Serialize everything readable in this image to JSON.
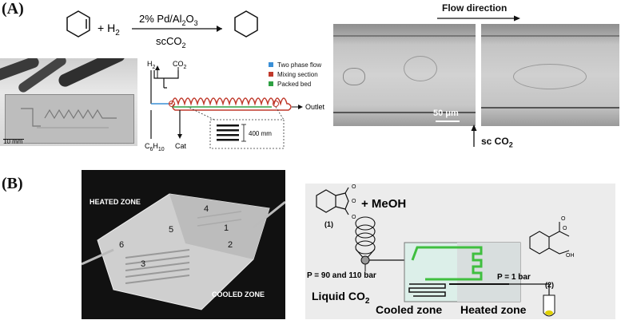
{
  "panelA": {
    "label": "(A)",
    "reaction": {
      "plus_h2": "+ H",
      "h2_sub": "2",
      "catalyst_prefix": "2% Pd/Al",
      "cat_sub1": "2",
      "cat_mid": "O",
      "cat_sub2": "3",
      "solvent_prefix": "scCO",
      "solvent_sub": "2"
    },
    "chip_photo": {
      "scale_bar": "10 mm"
    },
    "schematic": {
      "h2": "H",
      "h2_sub": "2",
      "co2": "CO",
      "co2_sub": "2",
      "c6h10": "C",
      "c6h10_sub1": "6",
      "c6h10_mid": "H",
      "c6h10_sub2": "10",
      "cat": "Cat",
      "outlet": "Outlet",
      "depth": "400 mm"
    },
    "legend": [
      {
        "label": "Two phase flow",
        "color": "#3a8fd6"
      },
      {
        "label": "Mixing section",
        "color": "#c0392b"
      },
      {
        "label": "Packed bed",
        "color": "#2ea043"
      }
    ],
    "micrograph": {
      "flow_direction": "Flow direction",
      "scale_bar": "50 μm",
      "inlet": "sc CO",
      "inlet_sub": "2"
    }
  },
  "panelB": {
    "label": "(B)",
    "chip_photo": {
      "heated_zone": "HEATED ZONE",
      "cooled_zone": "COOLED ZONE",
      "numbers": [
        "1",
        "2",
        "3",
        "4",
        "5",
        "6"
      ]
    },
    "schematic": {
      "plus_meoh": "+  MeOH",
      "compound1": "(1)",
      "compound2": "(2)",
      "pressure_in": "P = 90 and 110 bar",
      "pressure_out": "P = 1 bar",
      "liquid_co2": "Liquid CO",
      "liquid_co2_sub": "2",
      "cooled_zone": "Cooled zone",
      "heated_zone": "Heated zone"
    }
  }
}
